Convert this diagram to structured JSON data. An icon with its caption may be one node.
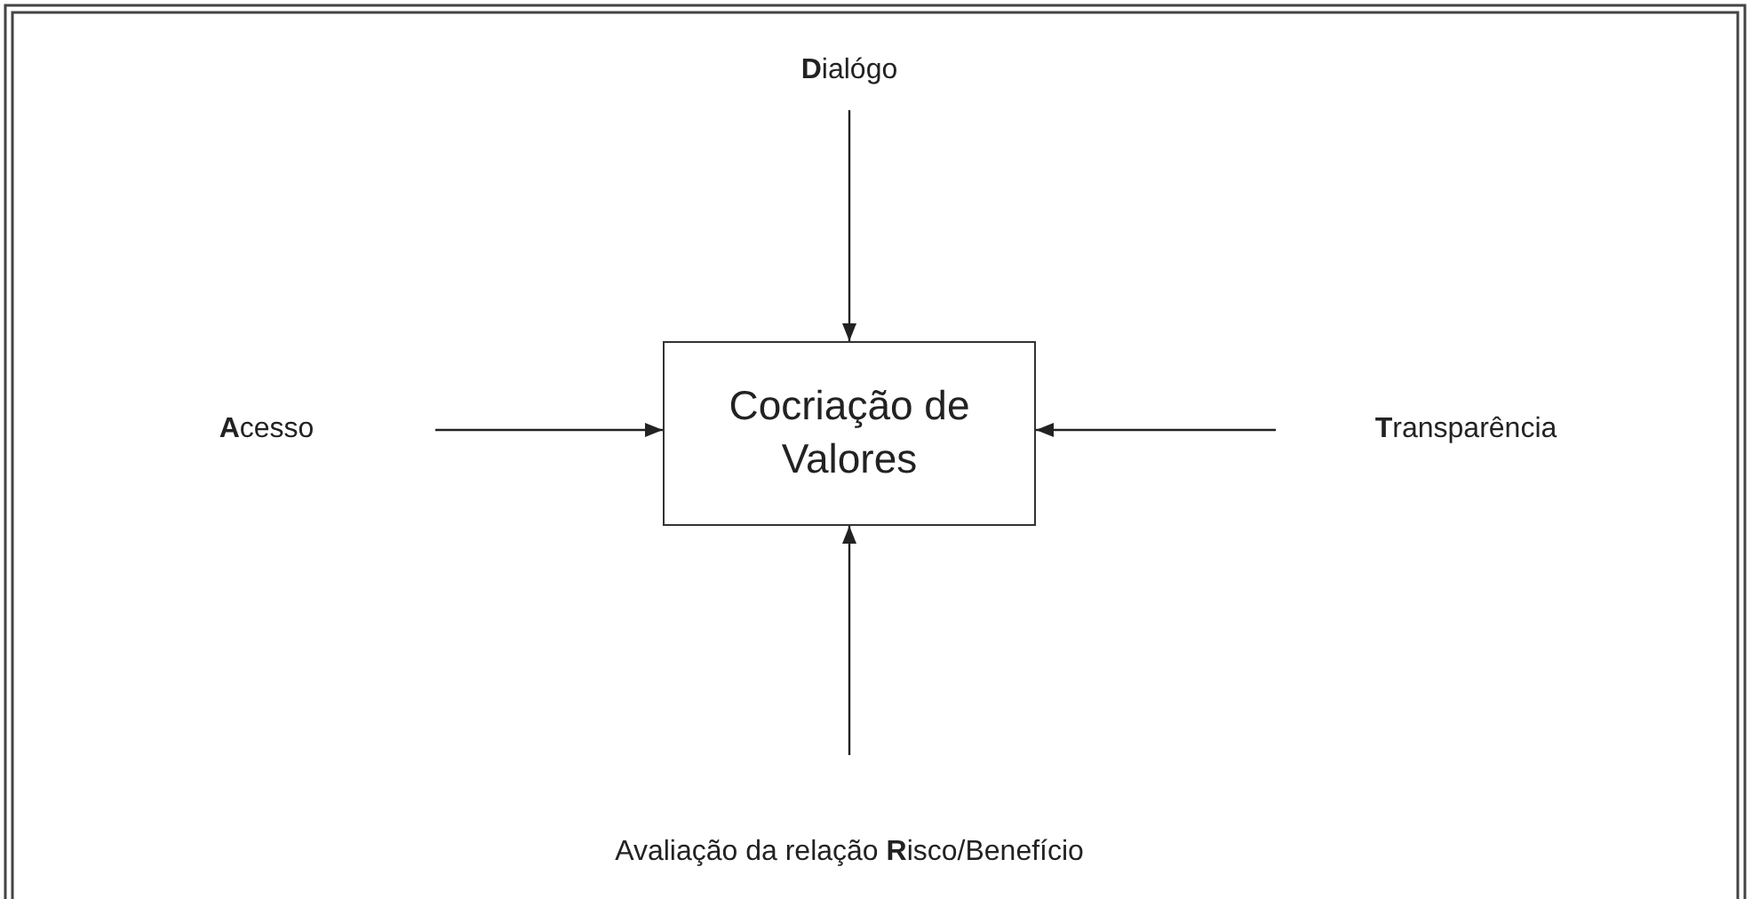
{
  "diagram": {
    "nodes": [
      {
        "text": [
          "Cocriação de Valores"
        ]
      },
      {
        "text": [
          "**D**ialógo"
        ]
      },
      {
        "text": [
          "**A**cesso"
        ]
      },
      {
        "text": [
          "**T**ransparência"
        ]
      },
      {
        "text": [
          "Avaliação da relação **R**isco/Benefício"
        ]
      }
    ],
    "edges": [
      {
        "from": 1,
        "to": 0,
        "arrow": "to"
      },
      {
        "from": 2,
        "to": 0,
        "arrow": "to"
      },
      {
        "from": 3,
        "to": 0,
        "arrow": "to"
      },
      {
        "from": 4,
        "to": 0,
        "arrow": "to"
      }
    ]
  }
}
